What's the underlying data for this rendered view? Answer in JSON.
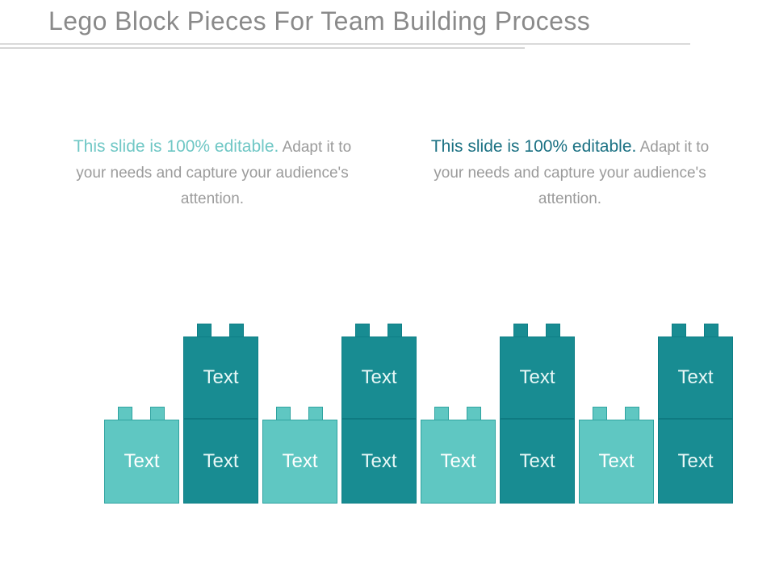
{
  "slide": {
    "title": "Lego Block Pieces For Team Building Process"
  },
  "paragraphs": {
    "left": {
      "highlight": "This slide is 100% editable.",
      "rest": " Adapt it to your needs and capture your audience's attention.",
      "highlight_color": "#6FC7C5"
    },
    "right": {
      "highlight": "This slide is 100% editable.",
      "rest": " Adapt it to your needs and capture your audience's attention.",
      "highlight_color": "#1B7183"
    }
  },
  "lego": {
    "blocks": [
      {
        "type": "short",
        "color": "#5FC7C2",
        "labels": [
          "Text"
        ]
      },
      {
        "type": "tall",
        "color": "#188C92",
        "labels": [
          "Text",
          "Text"
        ]
      },
      {
        "type": "short",
        "color": "#5FC7C2",
        "labels": [
          "Text"
        ]
      },
      {
        "type": "tall",
        "color": "#188C92",
        "labels": [
          "Text",
          "Text"
        ]
      },
      {
        "type": "short",
        "color": "#5FC7C2",
        "labels": [
          "Text"
        ]
      },
      {
        "type": "tall",
        "color": "#188C92",
        "labels": [
          "Text",
          "Text"
        ]
      },
      {
        "type": "short",
        "color": "#5FC7C2",
        "labels": [
          "Text"
        ]
      },
      {
        "type": "tall",
        "color": "#188C92",
        "labels": [
          "Text",
          "Text"
        ]
      }
    ]
  },
  "colors": {
    "title_text": "#8A8A8A",
    "body_text": "#9B9B9B",
    "light_teal": "#5FC7C2",
    "dark_teal": "#188C92",
    "label_text": "#FFFFFF"
  }
}
